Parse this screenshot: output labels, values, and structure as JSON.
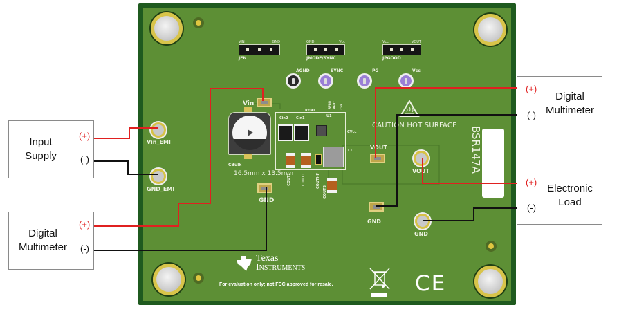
{
  "board": {
    "part_number": "BSR147A",
    "caution": "CAUTION HOT SURFACE",
    "footprint": "16.5mm x 13.5mm",
    "disclaimer": "For evaluation only; not FCC approved for resale.",
    "brand_line1": "Texas",
    "brand_line2": "Instruments",
    "ce_mark": "CE",
    "headers": [
      {
        "name": "JEN",
        "pin_left": "VIN",
        "pin_right": "GND"
      },
      {
        "name": "JMODE/SYNC",
        "pin_left": "GND",
        "pin_right": "Vcc"
      },
      {
        "name": "JPGOOD",
        "pin_left": "Vcc",
        "pin_right": "VOUT"
      }
    ],
    "test_points": [
      "AGND",
      "SYNC",
      "PG",
      "Vcc"
    ],
    "terminals": {
      "vin_emi": "Vin_EMI",
      "gnd_emi": "GND_EMI",
      "vin": "Vin",
      "gnd_in": "GND",
      "vout_sense": "VOUT",
      "gnd_sense": "GND",
      "vout": "VOUT",
      "gnd_out": "GND"
    },
    "components": {
      "cbulk": "CBulk",
      "cin2": "Cin2",
      "cin1": "Cin1",
      "rent": "RENT",
      "u1": "U1",
      "rfbb": "RFBB",
      "rfbt": "RFBT",
      "cff": "CFF",
      "cvcc": "CVcc",
      "l1": "L1",
      "cout2": "COUT2",
      "cout1": "COUT1",
      "couthf": "COUTHF",
      "cout3": "COUT3"
    }
  },
  "equipment": [
    {
      "id": "input-supply",
      "line1": "Input",
      "line2": "Supply",
      "plus": "(+)",
      "minus": "(-)"
    },
    {
      "id": "dmm-input",
      "line1": "Digital",
      "line2": "Multimeter",
      "plus": "(+)",
      "minus": "(-)"
    },
    {
      "id": "dmm-output",
      "line1": "Digital",
      "line2": "Multimeter",
      "plus": "(+)",
      "minus": "(-)"
    },
    {
      "id": "electronic-load",
      "line1": "Electronic",
      "line2": "Load",
      "plus": "(+)",
      "minus": "(-)"
    }
  ],
  "colors": {
    "positive_wire": "#e02020",
    "negative_wire": "#111111",
    "pcb_green": "#5d8f35",
    "pcb_edge": "#1f5a1f"
  }
}
